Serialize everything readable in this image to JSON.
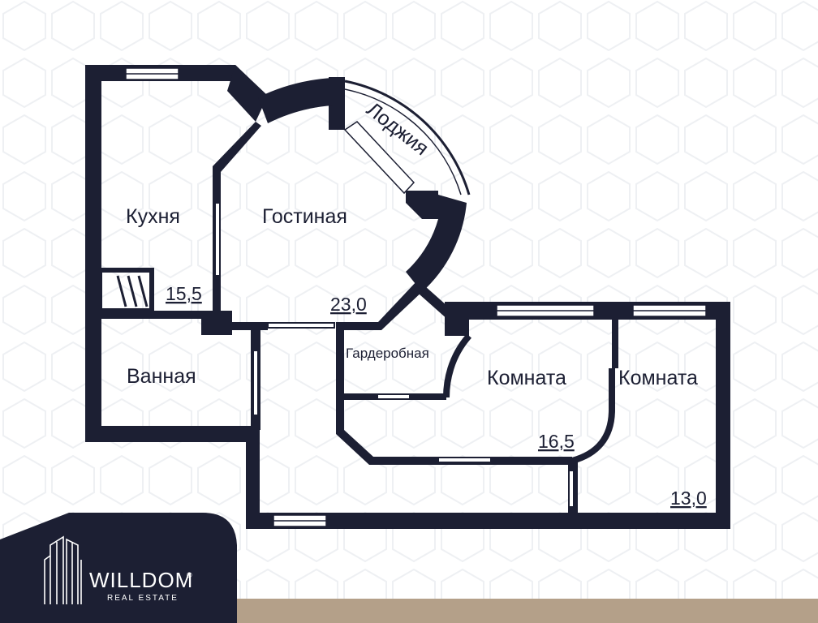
{
  "rooms": {
    "kitchen": "Кухня",
    "living": "Гостиная",
    "loggia": "Лоджия",
    "bathroom": "Ванная",
    "wardrobe": "Гардеробная",
    "room1": "Комната",
    "room2": "Комната"
  },
  "areas": {
    "kitchen": "15,5",
    "living": "23,0",
    "room1": "16,5",
    "room2": "13,0"
  },
  "brand": {
    "name": "WILLDOM",
    "registered": "®",
    "subtitle": "REAL ESTATE"
  },
  "colors": {
    "wall": "#1c1f33",
    "logo_bg": "#1c1f33",
    "accent_strip": "#b4a089",
    "background": "#ffffff"
  }
}
